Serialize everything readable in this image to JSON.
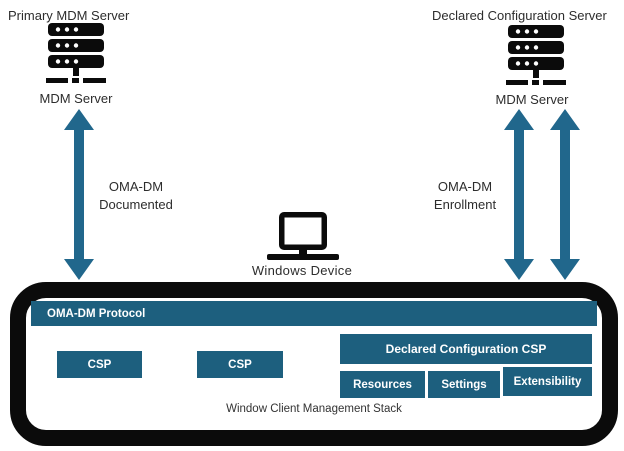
{
  "colors": {
    "box_teal": "#1d5f7e",
    "arrow_teal": "#21678c",
    "outline_black": "#0b0b0b",
    "text_dark": "#2d2d2d"
  },
  "left_server": {
    "title": "Primary MDM Server",
    "label": "MDM Server",
    "icon": "server-icon"
  },
  "right_server": {
    "title": "Declared Configuration Server",
    "label": "MDM Server",
    "icon": "server-icon"
  },
  "connections": {
    "left": {
      "lines": [
        "OMA-DM",
        "Documented"
      ]
    },
    "right": {
      "lines": [
        "OMA-DM",
        "Enrollment"
      ]
    }
  },
  "device": {
    "label": "Windows Device",
    "icon": "laptop-icon"
  },
  "stack": {
    "protocol_bar_label": "OMA-DM Protocol",
    "csp_boxes": [
      "CSP",
      "CSP"
    ],
    "declared_csp_label": "Declared Configuration CSP",
    "sub_boxes": [
      "Resources",
      "Settings",
      "Extensibility"
    ],
    "caption": "Window Client Management Stack"
  }
}
